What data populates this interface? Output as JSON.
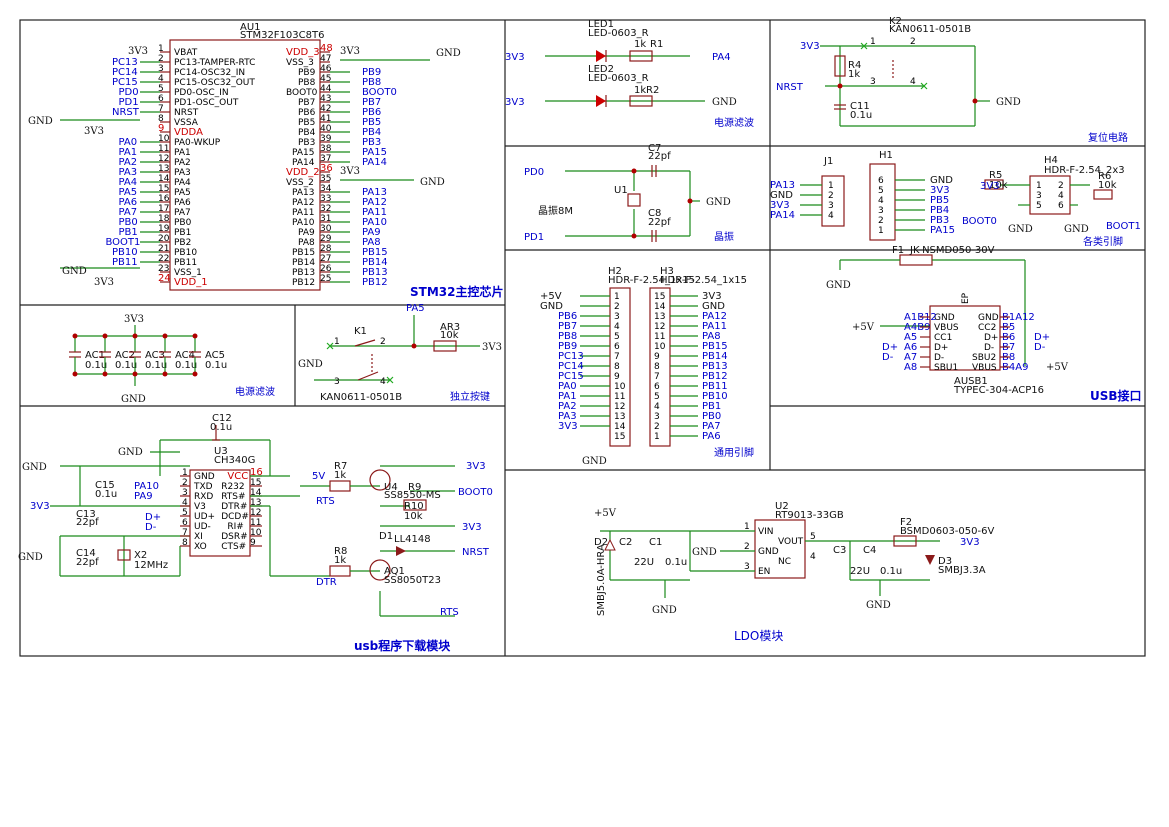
{
  "sections": {
    "mcu": "STM32主控芯片",
    "power_filter": "电源滤波",
    "button": "独立按键",
    "led_filter": "电源滤波",
    "reset": "复位电路",
    "crystal": "晶振",
    "pins": "各类引脚",
    "gpio": "通用引脚",
    "usb": "USB接口",
    "usb_dl": "usb程序下载模块",
    "ldo": "LDO模块"
  },
  "mcu": {
    "ref": "AU1",
    "part": "STM32F103C8T6",
    "left_pins": [
      {
        "n": "1",
        "name": "VBAT",
        "net": "3V3"
      },
      {
        "n": "2",
        "name": "PC13-TAMPER-RTC",
        "net": "PC13"
      },
      {
        "n": "3",
        "name": "PC14-OSC32_IN",
        "net": "PC14"
      },
      {
        "n": "4",
        "name": "PC15-OSC32_OUT",
        "net": "PC15"
      },
      {
        "n": "5",
        "name": "PD0-OSC_IN",
        "net": "PD0"
      },
      {
        "n": "6",
        "name": "PD1-OSC_OUT",
        "net": "PD1"
      },
      {
        "n": "7",
        "name": "NRST",
        "net": "NRST"
      },
      {
        "n": "8",
        "name": "VSSA",
        "net": "GND"
      },
      {
        "n": "9",
        "name": "VDDA",
        "net": "3V3"
      },
      {
        "n": "10",
        "name": "PA0-WKUP",
        "net": "PA0"
      },
      {
        "n": "11",
        "name": "PA1",
        "net": "PA1"
      },
      {
        "n": "12",
        "name": "PA2",
        "net": "PA2"
      },
      {
        "n": "13",
        "name": "PA3",
        "net": "PA3"
      },
      {
        "n": "14",
        "name": "PA4",
        "net": "PA4"
      },
      {
        "n": "15",
        "name": "PA5",
        "net": "PA5"
      },
      {
        "n": "16",
        "name": "PA6",
        "net": "PA6"
      },
      {
        "n": "17",
        "name": "PA7",
        "net": "PA7"
      },
      {
        "n": "18",
        "name": "PB0",
        "net": "PB0"
      },
      {
        "n": "19",
        "name": "PB1",
        "net": "PB1"
      },
      {
        "n": "20",
        "name": "PB2",
        "net": "BOOT1"
      },
      {
        "n": "21",
        "name": "PB10",
        "net": "PB10"
      },
      {
        "n": "22",
        "name": "PB11",
        "net": "PB11"
      },
      {
        "n": "23",
        "name": "VSS_1",
        "net": "GND"
      },
      {
        "n": "24",
        "name": "VDD_1",
        "net": "3V3"
      }
    ],
    "right_pins": [
      {
        "n": "48",
        "name": "VDD_3",
        "net": "3V3"
      },
      {
        "n": "47",
        "name": "VSS_3",
        "net": ""
      },
      {
        "n": "46",
        "name": "PB9",
        "net": "PB9"
      },
      {
        "n": "45",
        "name": "PB8",
        "net": "PB8"
      },
      {
        "n": "44",
        "name": "BOOT0",
        "net": "BOOT0"
      },
      {
        "n": "43",
        "name": "PB7",
        "net": "PB7"
      },
      {
        "n": "42",
        "name": "PB6",
        "net": "PB6"
      },
      {
        "n": "41",
        "name": "PB5",
        "net": "PB5"
      },
      {
        "n": "40",
        "name": "PB4",
        "net": "PB4"
      },
      {
        "n": "39",
        "name": "PB3",
        "net": "PB3"
      },
      {
        "n": "38",
        "name": "PA15",
        "net": "PA15"
      },
      {
        "n": "37",
        "name": "PA14",
        "net": "PA14"
      },
      {
        "n": "36",
        "name": "VDD_2",
        "net": "3V3"
      },
      {
        "n": "35",
        "name": "VSS_2",
        "net": ""
      },
      {
        "n": "34",
        "name": "PA13",
        "net": "PA13"
      },
      {
        "n": "33",
        "name": "PA12",
        "net": "PA12"
      },
      {
        "n": "32",
        "name": "PA11",
        "net": "PA11"
      },
      {
        "n": "31",
        "name": "PA10",
        "net": "PA10"
      },
      {
        "n": "30",
        "name": "PA9",
        "net": "PA9"
      },
      {
        "n": "29",
        "name": "PA8",
        "net": "PA8"
      },
      {
        "n": "28",
        "name": "PB15",
        "net": "PB15"
      },
      {
        "n": "27",
        "name": "PB14",
        "net": "PB14"
      },
      {
        "n": "26",
        "name": "PB13",
        "net": "PB13"
      },
      {
        "n": "25",
        "name": "PB12",
        "net": "PB12"
      }
    ],
    "gnd": "GND",
    "v33": "3V3"
  },
  "caps_filter": [
    {
      "ref": "AC1",
      "val": "0.1u"
    },
    {
      "ref": "AC2",
      "val": "0.1u"
    },
    {
      "ref": "AC3",
      "val": "0.1u"
    },
    {
      "ref": "AC4",
      "val": "0.1u"
    },
    {
      "ref": "AC5",
      "val": "0.1u"
    }
  ],
  "button": {
    "ref": "K1",
    "part": "KAN0611-0501B",
    "res": "AR3",
    "res_val": "10k",
    "net": "PA5",
    "v": "3V3",
    "gnd": "GND",
    "pins": [
      "1",
      "2",
      "3",
      "4"
    ]
  },
  "leds": {
    "led1": "LED1",
    "led1_part": "LED-0603_R",
    "r1": "R1",
    "r1_val": "1k",
    "net1": "PA4",
    "led2": "LED2",
    "led2_part": "LED-0603_R",
    "r2": "R2",
    "r2_val": "1k",
    "v": "3V3",
    "gnd": "GND"
  },
  "reset": {
    "ref": "K2",
    "part": "KAN0611-0501B",
    "r": "R4",
    "r_val": "1k",
    "c": "C11",
    "c_val": "0.1u",
    "net": "NRST",
    "v": "3V3",
    "gnd": "GND",
    "pins": [
      "1",
      "2",
      "3",
      "4"
    ]
  },
  "crystal": {
    "ref": "U1",
    "desc": "晶振8M",
    "c7": "C7",
    "c7_val": "22pf",
    "c8": "C8",
    "c8_val": "22pf",
    "pd0": "PD0",
    "pd1": "PD1",
    "gnd": "GND"
  },
  "pins": {
    "j1": "J1",
    "j1_nets": [
      "PA13",
      "GND",
      "3V3",
      "PA14"
    ],
    "j1_pins": [
      "1",
      "2",
      "3",
      "4"
    ],
    "h1": "H1",
    "h1_nets": [
      "GND",
      "3V3",
      "PB5",
      "PB4",
      "PB3",
      "PA15"
    ],
    "h1_pins": [
      "6",
      "5",
      "4",
      "3",
      "2",
      "1"
    ],
    "h4": "H4",
    "h4_part": "HDR-F-2.54_2x3",
    "h4_pins": [
      "1",
      "2",
      "3",
      "4",
      "5",
      "6"
    ],
    "r5": "R5",
    "r5_val": "10k",
    "r6": "R6",
    "r6_val": "10k",
    "boot0": "BOOT0",
    "boot1": "BOOT1",
    "gnd": "GND",
    "v": "3V3"
  },
  "gpio": {
    "h2": "H2",
    "h2_part": "HDR-F-2.54_1x15",
    "h3": "H3",
    "h3_part": "HDR-F-2.54_1x15",
    "h2_nets": [
      "+5V",
      "GND",
      "PB6",
      "PB7",
      "PB8",
      "PB9",
      "PC13",
      "PC14",
      "PC15",
      "PA0",
      "PA1",
      "PA2",
      "PA3",
      "3V3",
      ""
    ],
    "h3_nets": [
      "3V3",
      "GND",
      "PA12",
      "PA11",
      "PA8",
      "PB15",
      "PB14",
      "PB13",
      "PB12",
      "PB11",
      "PB10",
      "PB1",
      "PB0",
      "PA7",
      "PA6"
    ],
    "h2_nums": [
      "1",
      "2",
      "3",
      "4",
      "5",
      "6",
      "7",
      "8",
      "9",
      "10",
      "11",
      "12",
      "13",
      "14",
      "15"
    ],
    "h3_nums": [
      "15",
      "14",
      "13",
      "12",
      "11",
      "10",
      "9",
      "8",
      "7",
      "6",
      "5",
      "4",
      "3",
      "2",
      "1"
    ],
    "gnd": "GND"
  },
  "usb": {
    "ref": "AUSB1",
    "part": "TYPEC-304-ACP16",
    "fuse": "F1",
    "fuse_part": "JK-NSMD050-30V",
    "left_labels": [
      "GND",
      "VBUS",
      "CC1",
      "D+",
      "D-",
      "SBU1"
    ],
    "right_labels": [
      "GND",
      "CC2",
      "D+",
      "D-",
      "SBU2",
      "VBUS"
    ],
    "left_pins": [
      "A1B12",
      "A4B9",
      "A5",
      "A6",
      "A7",
      "A8"
    ],
    "right_pins": [
      "B1A12",
      "B5",
      "B6",
      "B7",
      "B8",
      "B4A9"
    ],
    "ep": "EP",
    "p5v": "+5V",
    "dp": "D+",
    "dm": "D-",
    "gnd": "GND"
  },
  "usbdl": {
    "ref": "U3",
    "part": "CH340G",
    "c12": "C12",
    "c12_val": "0.1u",
    "c15": "C15",
    "c15_val": "0.1u",
    "c13": "C13",
    "c13_val": "22pf",
    "c14": "C14",
    "c14_val": "22pf",
    "x2": "X2",
    "x2_val": "12MHz",
    "left": [
      "GND",
      "TXD",
      "RXD",
      "V3",
      "UD+",
      "UD-",
      "XI",
      "XO"
    ],
    "left_n": [
      "1",
      "2",
      "3",
      "4",
      "5",
      "6",
      "7",
      "8"
    ],
    "right": [
      "VCC",
      "R232",
      "RTS#",
      "DTR#",
      "DCD#",
      "RI#",
      "DSR#",
      "CTS#"
    ],
    "right_n": [
      "16",
      "15",
      "14",
      "13",
      "12",
      "11",
      "10",
      "9"
    ],
    "pa10": "PA10",
    "pa9": "PA9",
    "dp": "D+",
    "dm": "D-",
    "v": "3V3",
    "gnd": "GND",
    "p5v": "5V",
    "r7": "R7",
    "r7_val": "1k",
    "r8": "R8",
    "r8_val": "1k",
    "r9": "R9",
    "r10": "R10",
    "r10_val": "10k",
    "u4": "U4",
    "u4_part": "SS8550-MS",
    "aq1": "AQ1",
    "aq1_part": "SS8050T23",
    "d1": "D1",
    "d1_part": "LL4148",
    "rts": "RTS",
    "dtr": "DTR",
    "boot0": "BOOT0",
    "nrst": "NRST"
  },
  "ldo": {
    "u2": "U2",
    "u2_part": "RT9013-33GB",
    "pins_l": [
      "VIN",
      "GND",
      "EN"
    ],
    "pins_ln": [
      "1",
      "2",
      "3"
    ],
    "pins_r": [
      "VOUT",
      "NC"
    ],
    "pins_rn": [
      "5",
      "4"
    ],
    "p5v": "+5V",
    "d2": "D2",
    "d2_part": "SMBJ5.0A-HRA",
    "c2": "C2",
    "c2_val": "22U",
    "c1": "C1",
    "c1_val": "0.1u",
    "c3": "C3",
    "c3_val": "22U",
    "c4": "C4",
    "c4_val": "0.1u",
    "f2": "F2",
    "f2_part": "BSMD0603-050-6V",
    "d3": "D3",
    "d3_part": "SMBJ3.3A",
    "v": "3V3",
    "gnd": "GND"
  }
}
